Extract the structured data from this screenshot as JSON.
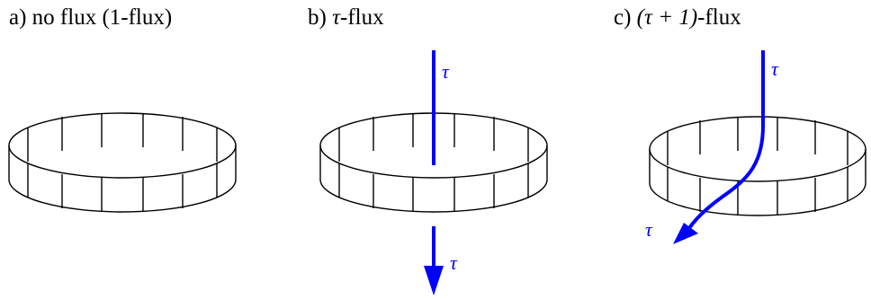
{
  "panels": [
    {
      "id": "a",
      "title": {
        "prefix": "a) no flux (",
        "math": "1",
        "suffix": "-flux)"
      }
    },
    {
      "id": "b",
      "title": {
        "prefix": "b) ",
        "math": "τ",
        "suffix": "-flux"
      },
      "labels": {
        "top": "τ",
        "bottom": "τ"
      }
    },
    {
      "id": "c",
      "title": {
        "prefix": "c) ",
        "math": "(τ + 1)",
        "suffix": "-flux"
      },
      "labels": {
        "top": "τ",
        "bottom": "τ"
      }
    }
  ],
  "colors": {
    "flux": "#0000ff",
    "outline": "#000000"
  }
}
